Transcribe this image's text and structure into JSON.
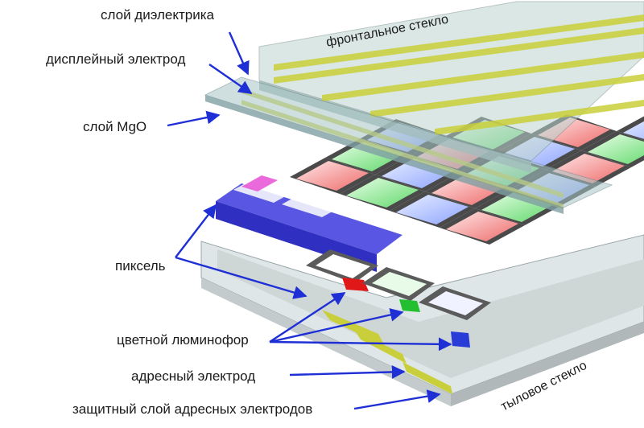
{
  "labels": {
    "dielectric": "слой диэлектрика",
    "display_electrode": "дисплейный электрод",
    "mgo": "слой MgO",
    "pixel": "пиксель",
    "phosphor": "цветной люминофор",
    "address_electrode": "адресный электрод",
    "protective_layer": "защитный слой адресных электродов"
  },
  "glass": {
    "front": "фронтальное стекло",
    "rear": "тыловое стекло"
  },
  "colors": {
    "arrow": "#1f2fd6",
    "electrode": "#c9cf3a",
    "pixel_frame": "#3c3cd8",
    "rib": "#505050",
    "phosphor_red": "#e01818",
    "phosphor_green": "#22c030",
    "phosphor_blue": "#2a3cd8"
  }
}
